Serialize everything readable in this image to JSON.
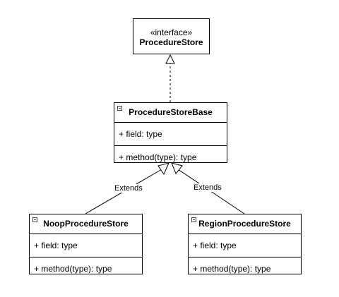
{
  "interface": {
    "stereotype": "«interface»",
    "name": "ProcedureStore"
  },
  "classes": {
    "base": {
      "name": "ProcedureStoreBase",
      "field": "+ field: type",
      "method": "+ method(type): type"
    },
    "noop": {
      "name": "NoopProcedureStore",
      "field": "+ field: type",
      "method": "+ method(type): type"
    },
    "region": {
      "name": "RegionProcedureStore",
      "field": "+ field: type",
      "method": "+ method(type): type"
    }
  },
  "edges": {
    "realization_label": "",
    "extends_left": "Extends",
    "extends_right": "Extends"
  }
}
